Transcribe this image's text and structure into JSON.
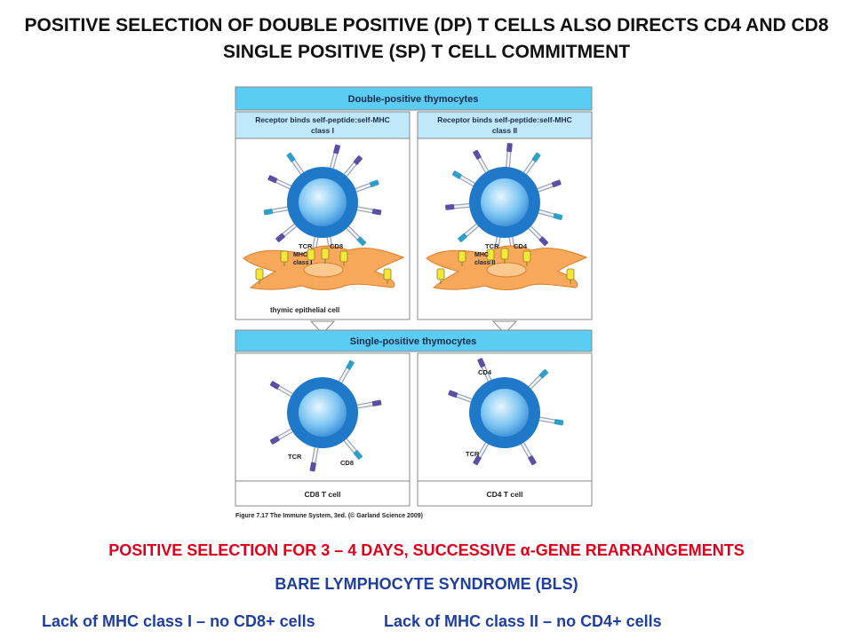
{
  "title": {
    "line1": "POSITIVE SELECTION OF DOUBLE POSITIVE (DP) T CELLS ALSO DIRECTS CD4 AND CD8",
    "line2": "SINGLE POSITIVE (SP) T CELL COMMITMENT"
  },
  "figure": {
    "top_header": "Double-positive thymocytes",
    "left_subheader_line1": "Receptor binds self-peptide:self-MHC",
    "left_subheader_line2": "class I",
    "right_subheader_line1": "Receptor binds self-peptide:self-MHC",
    "right_subheader_line2": "class II",
    "left_labels": {
      "tcr": "TCR",
      "coreceptor": "CD8",
      "mhc_line1": "MHC",
      "mhc_line2": "class I"
    },
    "right_labels": {
      "tcr": "TCR",
      "coreceptor": "CD4",
      "mhc_line1": "MHC",
      "mhc_line2": "class II"
    },
    "epithelial_label": "thymic epithelial cell",
    "bottom_header": "Single-positive thymocytes",
    "sp_left_labels": {
      "tcr": "TCR",
      "coreceptor": "CD8"
    },
    "sp_right_labels": {
      "tcr": "TCR",
      "coreceptor": "CD4"
    },
    "left_footer": "CD8 T cell",
    "right_footer": "CD4 T cell",
    "caption": "Figure 7.17 The Immune System, 3ed. (© Garland Science 2009)",
    "colors": {
      "header_fill": "#5bcdf3",
      "subheader_fill": "#bfe9fa",
      "cell_dark": "#1f78c8",
      "cell_light": "#8fd0f5",
      "epithelial": "#f7a85a",
      "receptor_purple": "#5a4fa3",
      "receptor_teal": "#2f9fc7",
      "mhc_yellow": "#f5e63a"
    }
  },
  "notes": {
    "selection": "POSITIVE SELECTION FOR 3 – 4 DAYS, SUCCESSIVE α-GENE REARRANGEMENTS",
    "bls": "BARE LYMPHOCYTE SYNDROME (BLS)",
    "mhc1": "Lack of MHC class I – no CD8+ cells",
    "mhc2": "Lack of MHC class II – no CD4+ cells"
  },
  "colors": {
    "red_note": "#e0001b",
    "blue_note": "#1f3fa0"
  }
}
